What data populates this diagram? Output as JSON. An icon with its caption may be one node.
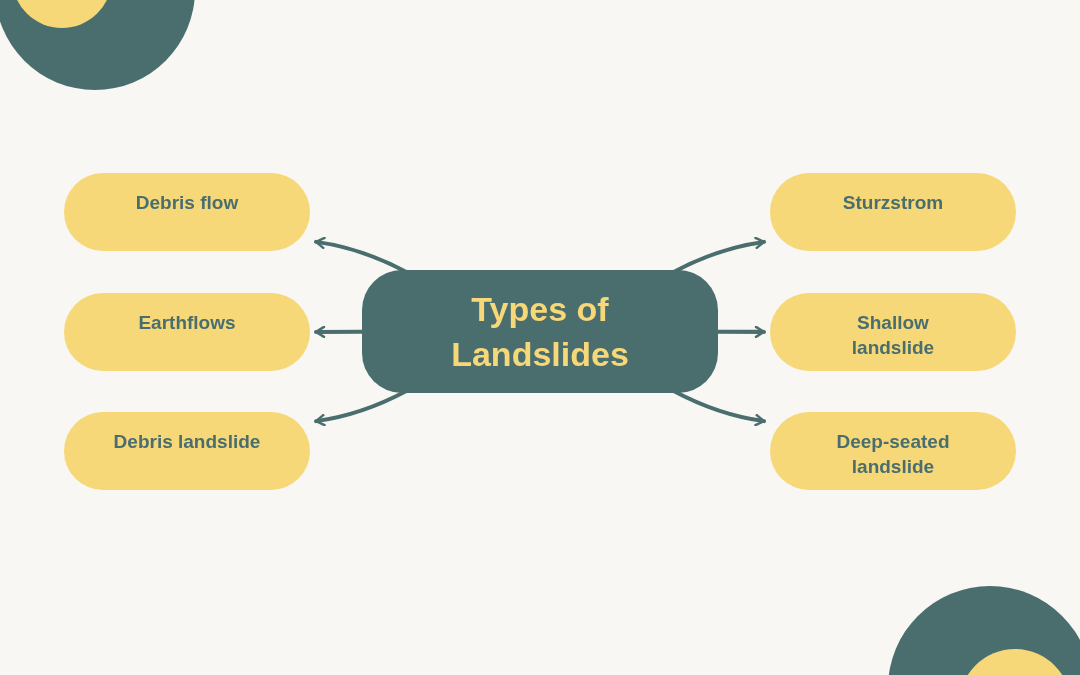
{
  "diagram": {
    "nodes": [
      {
        "text": [
          "Types of Landslides"
        ]
      },
      {
        "text": [
          "Debris flow"
        ]
      },
      {
        "text": [
          "Earthflows"
        ]
      },
      {
        "text": [
          "Debris landslide"
        ]
      },
      {
        "text": [
          "Sturzstrom"
        ]
      },
      {
        "text": [
          "Shallow landslide"
        ]
      },
      {
        "text": [
          "Deep-seated landslide"
        ]
      }
    ],
    "edges": [
      {
        "from": 0,
        "to": 1,
        "arrow": "to"
      },
      {
        "from": 0,
        "to": 2,
        "arrow": "to"
      },
      {
        "from": 0,
        "to": 3,
        "arrow": "to"
      },
      {
        "from": 0,
        "to": 4,
        "arrow": "to"
      },
      {
        "from": 0,
        "to": 5,
        "arrow": "to"
      },
      {
        "from": 0,
        "to": 6,
        "arrow": "to"
      }
    ]
  }
}
